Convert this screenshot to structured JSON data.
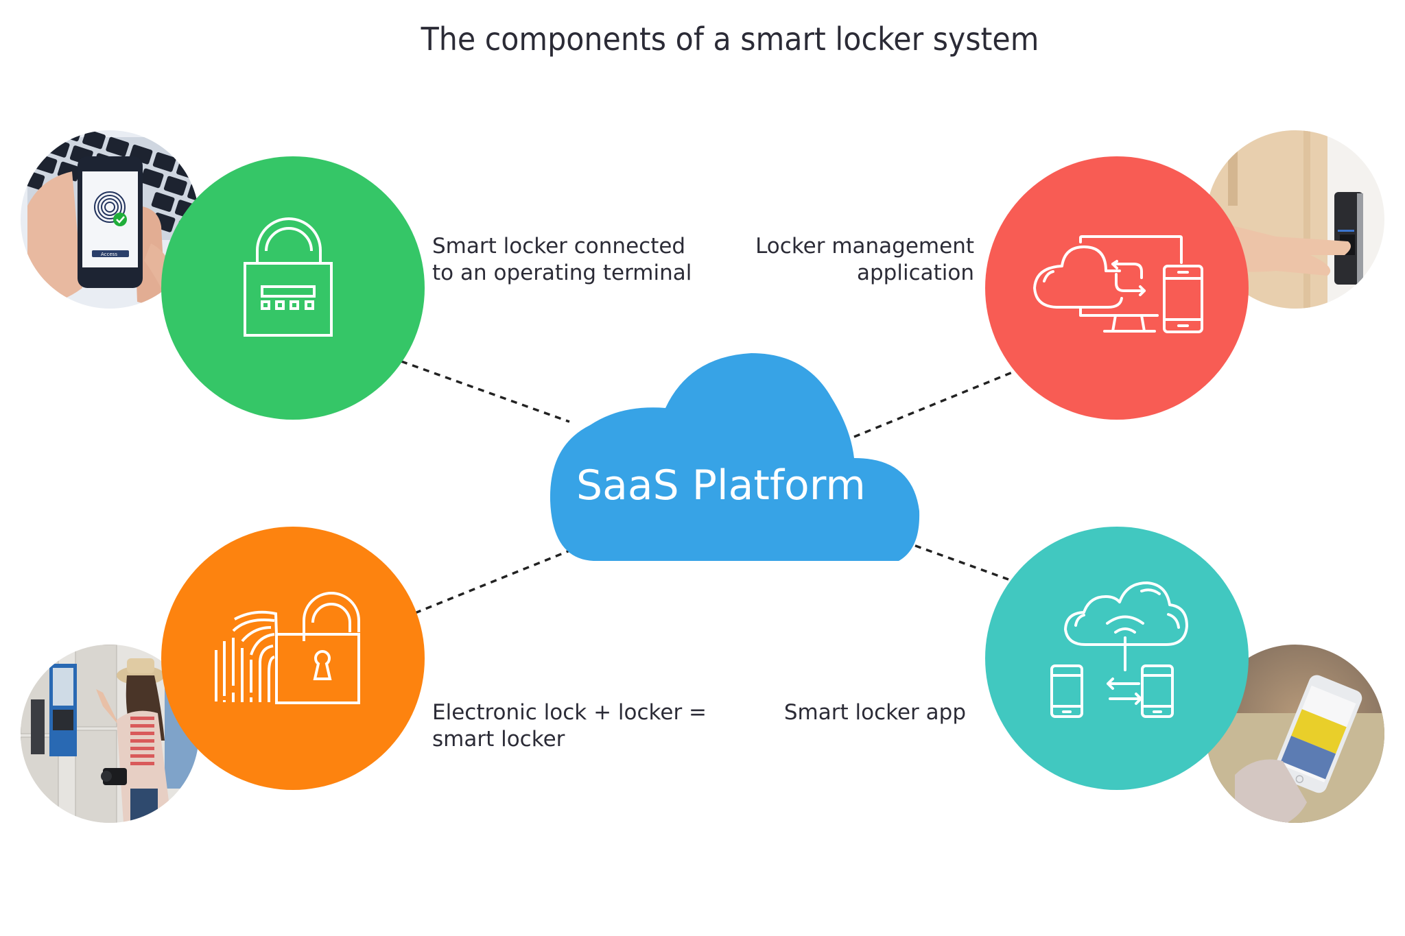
{
  "title": "The components of a smart locker system",
  "center": {
    "label": "SaaS Platform",
    "color": "#37a3e6",
    "shape": "cloud"
  },
  "components": [
    {
      "id": "terminal",
      "position": "top-left",
      "color": "#35c667",
      "icon": "padlock-keypad-icon",
      "lines": [
        "Smart locker connected",
        "to an operating terminal"
      ],
      "photo": "phone-fingerprint-access-photo",
      "photo_caption": "Access"
    },
    {
      "id": "management",
      "position": "top-right",
      "color": "#f85c54",
      "icon": "cloud-sync-devices-icon",
      "lines": [
        "Locker management",
        "application"
      ],
      "photo": "fingerprint-door-reader-photo"
    },
    {
      "id": "electronic-lock",
      "position": "bottom-left",
      "color": "#fd830f",
      "icon": "fingerprint-padlock-icon",
      "lines": [
        "Electronic lock + locker =",
        "smart locker"
      ],
      "photo": "woman-using-locker-kiosk-photo"
    },
    {
      "id": "app",
      "position": "bottom-right",
      "color": "#41c8c0",
      "icon": "cloud-phones-transfer-icon",
      "lines": [
        "Smart locker app"
      ],
      "photo": "hand-holding-smartphone-app-photo"
    }
  ],
  "connector_style": "dashed",
  "connector_color": "#222222"
}
